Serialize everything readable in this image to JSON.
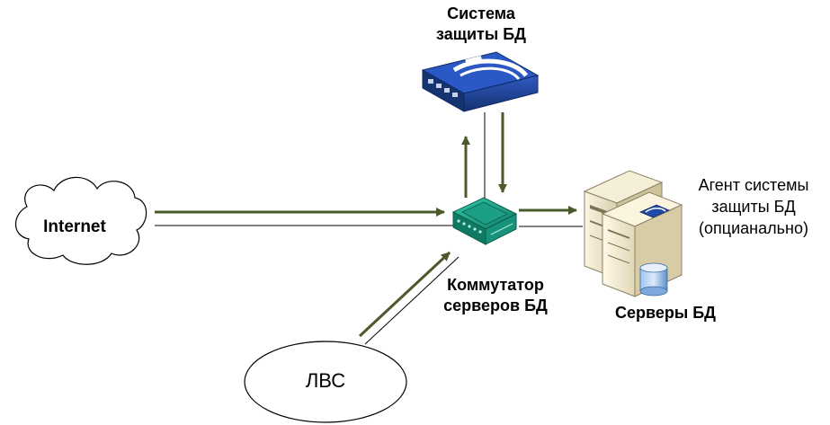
{
  "labels": {
    "security_system_line1": "Система",
    "security_system_line2": "защиты БД",
    "agent_line1": "Агент системы",
    "agent_line2": "защиты БД",
    "agent_line3": "(опцианально)",
    "switch_line1": "Коммутатор",
    "switch_line2": "серверов БД",
    "servers": "Серверы БД",
    "internet": "Internet",
    "lan": "ЛВС"
  },
  "colors": {
    "arrow": "#4b5a2a",
    "line": "#000000",
    "appliance_blue": "#1d3f8f",
    "switch_green": "#1fa38a",
    "server_beige": "#ece3c6"
  }
}
